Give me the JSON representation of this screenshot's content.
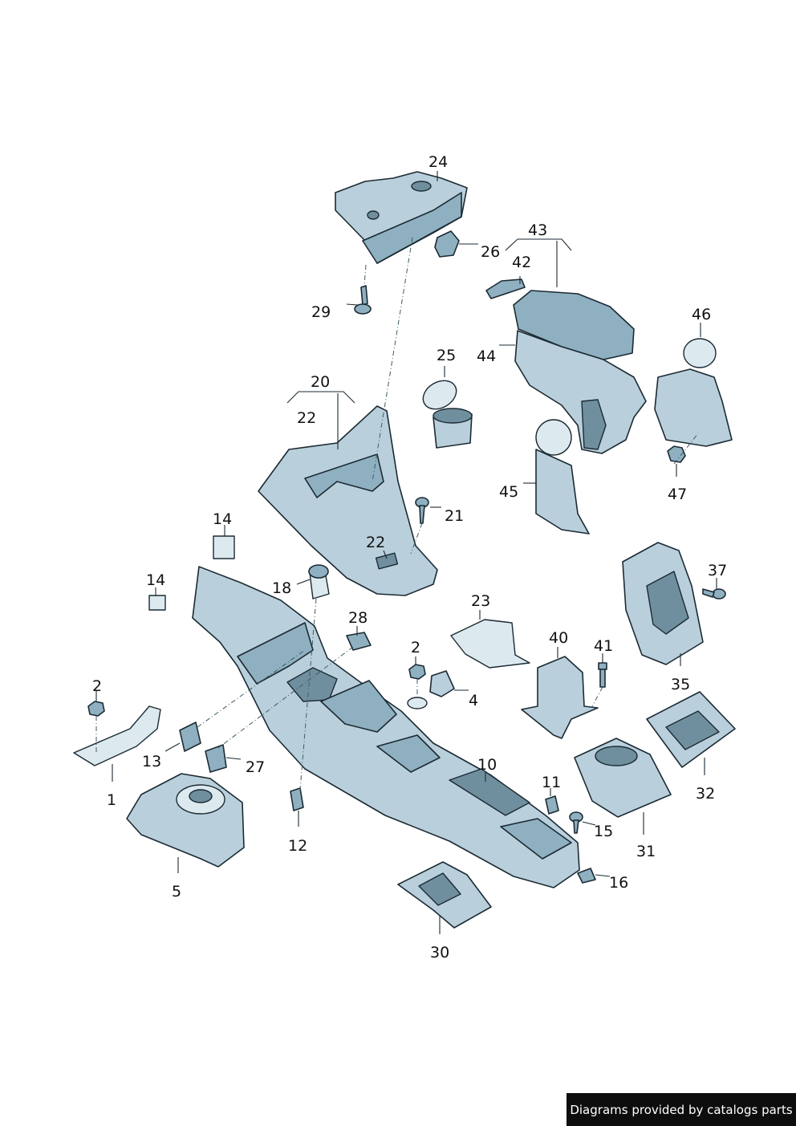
{
  "callouts": {
    "c1": "1",
    "c2a": "2",
    "c2b": "2",
    "c4": "4",
    "c5": "5",
    "c10": "10",
    "c11": "11",
    "c12": "12",
    "c13": "13",
    "c14a": "14",
    "c14b": "14",
    "c15": "15",
    "c16": "16",
    "c18": "18",
    "c20": "20",
    "c21": "21",
    "c22a": "22",
    "c22b": "22",
    "c23": "23",
    "c24": "24",
    "c25": "25",
    "c26": "26",
    "c27": "27",
    "c28": "28",
    "c29": "29",
    "c30": "30",
    "c31": "31",
    "c32": "32",
    "c35": "35",
    "c37": "37",
    "c40": "40",
    "c41": "41",
    "c42": "42",
    "c43": "43",
    "c44": "44",
    "c45": "45",
    "c46": "46",
    "c47": "47"
  },
  "credit": "Diagrams provided by catalogs parts",
  "colors": {
    "part_fill": "#b9d0dc",
    "outline": "#1b2a33",
    "credit_bg": "#0d0d0d"
  }
}
